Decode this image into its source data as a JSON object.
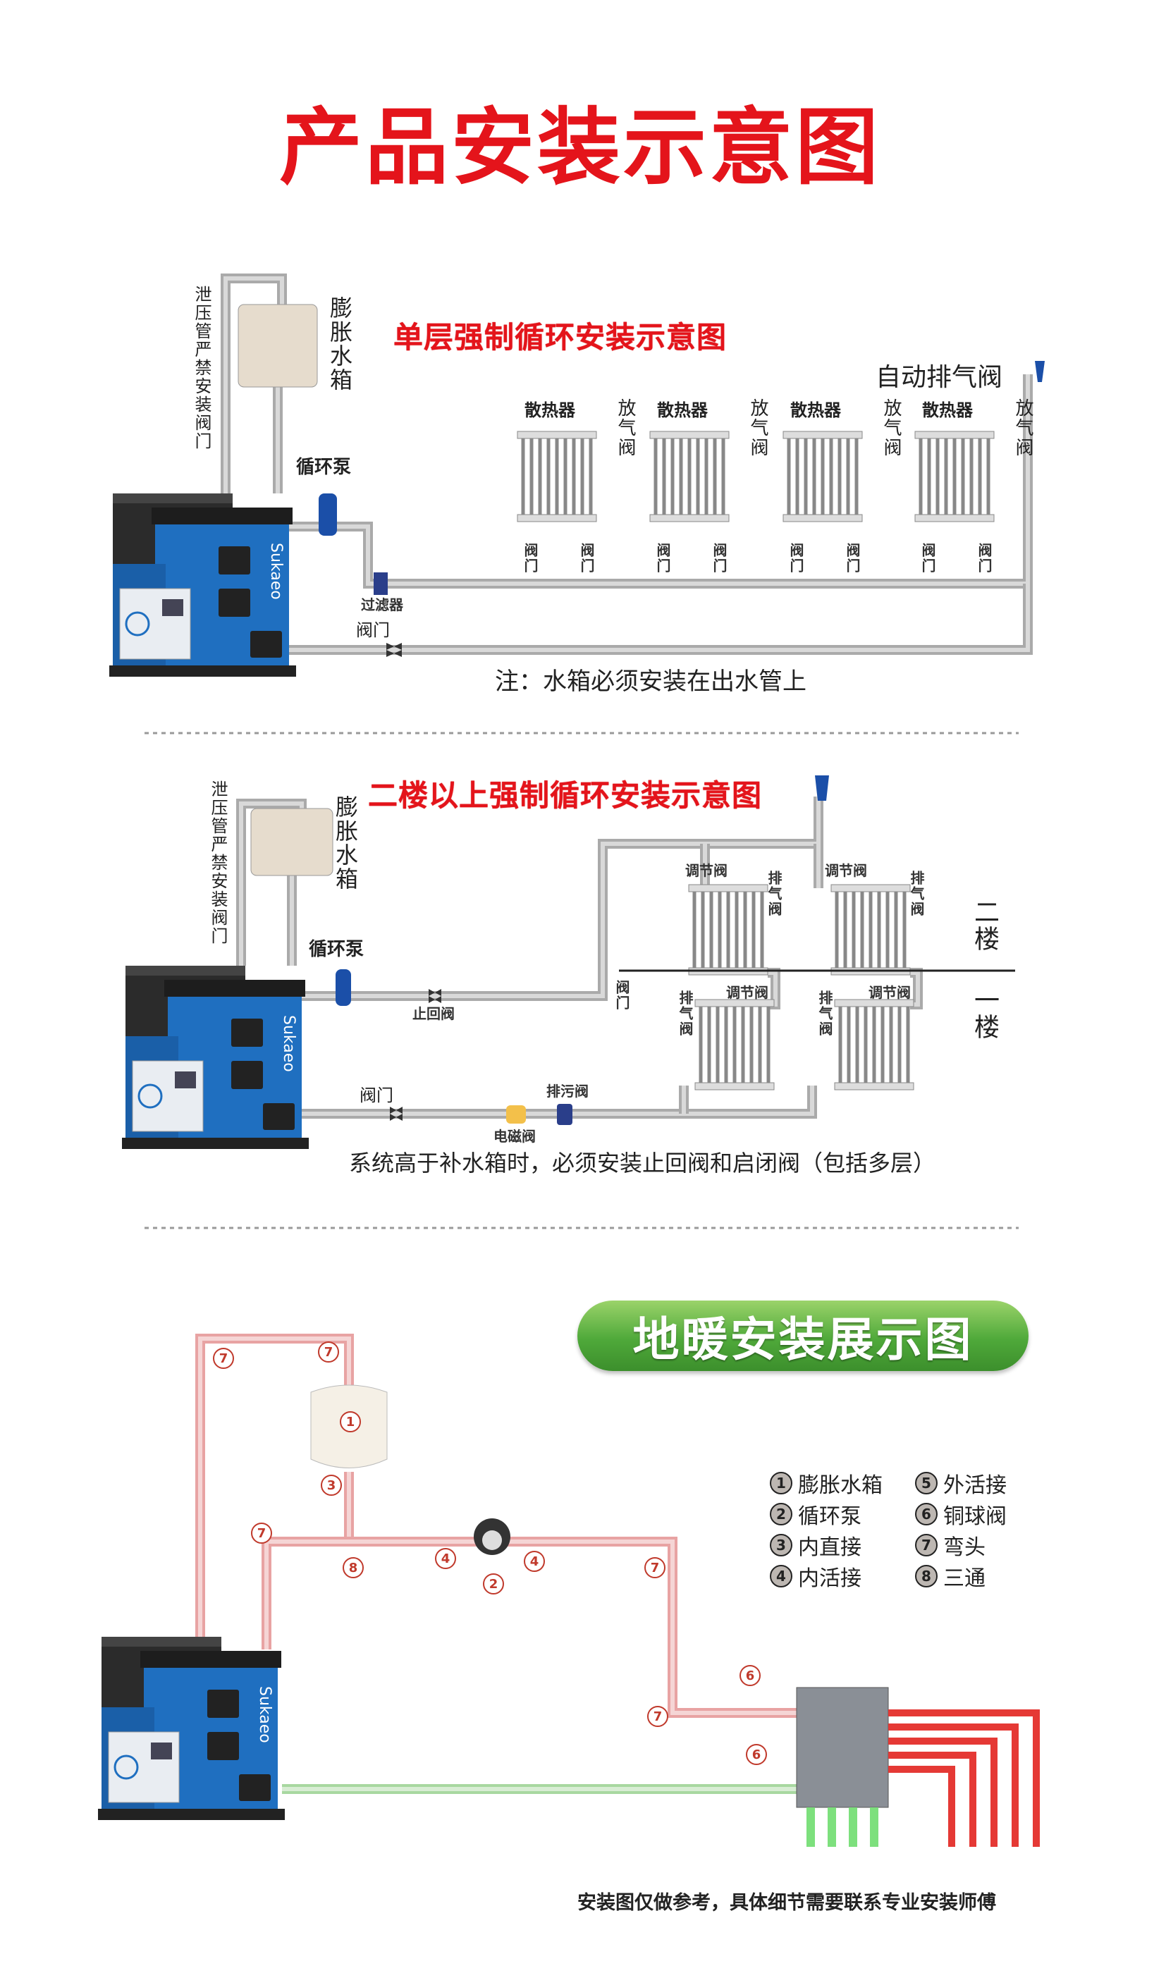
{
  "title": "产品安装示意图",
  "section1": {
    "title": "单层强制循环安装示意图",
    "relief_pipe_label": "泄压管严禁安装阀门",
    "expansion_tank_label": "膨胀水箱",
    "pump_label": "循环泵",
    "filter_label": "过滤器",
    "valve_label": "阀门",
    "auto_vent_label": "自动排气阀",
    "radiator_label": "散热器",
    "bleed_valve_label": "放气阀",
    "radiator_valve_label": "阀门",
    "note": "注：水箱必须安装在出水管上"
  },
  "section2": {
    "title": "二楼以上强制循环安装示意图",
    "relief_pipe_label": "泄压管严禁安装阀门",
    "expansion_tank_label": "膨胀水箱",
    "pump_label": "循环泵",
    "check_valve_label": "止回阀",
    "valve_label": "阀门",
    "return_valve_label": "阀门",
    "solenoid_valve_label": "电磁阀",
    "drain_valve_label": "排污阀",
    "regulating_valve_label": "调节阀",
    "vent_valve_label": "排气阀",
    "floor2_label": "二楼",
    "floor1_label": "一楼",
    "note": "系统高于补水箱时，必须安装止回阀和启闭阀（包括多层）"
  },
  "section3": {
    "title": "地暖安装展示图",
    "legend": [
      {
        "num": "1",
        "label": "膨胀水箱"
      },
      {
        "num": "2",
        "label": "循环泵"
      },
      {
        "num": "3",
        "label": "内直接"
      },
      {
        "num": "4",
        "label": "内活接"
      },
      {
        "num": "5",
        "label": "外活接"
      },
      {
        "num": "6",
        "label": "铜球阀"
      },
      {
        "num": "7",
        "label": "弯头"
      },
      {
        "num": "8",
        "label": "三通"
      }
    ],
    "callouts": [
      "7",
      "7",
      "1",
      "3",
      "7",
      "8",
      "4",
      "4",
      "2",
      "7",
      "6",
      "7",
      "6"
    ],
    "note": "安装图仅做参考，具体细节需要联系专业安装师傅"
  },
  "colors": {
    "title_red": "#e4141b",
    "boiler_blue": "#1f6fc0",
    "floor_pipe_pink": "#e8a3a3",
    "return_green": "#a8d8a0",
    "banner_green": "#4fa93a"
  }
}
